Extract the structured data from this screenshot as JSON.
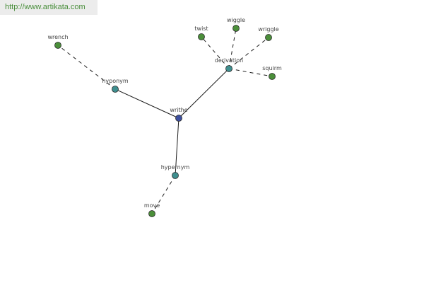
{
  "watermark": {
    "url": "http://www.artikata.com"
  },
  "colors": {
    "center": "#3d4f9e",
    "relation": "#3f8f8f",
    "leaf": "#4b8f3a",
    "edge": "#1a1a1a",
    "label": "#444444",
    "watermark": "#4a8f3c"
  },
  "graph": {
    "nodes": [
      {
        "id": "writhe",
        "label": "writhe",
        "kind": "center"
      },
      {
        "id": "hyponym",
        "label": "hyponym",
        "kind": "relation"
      },
      {
        "id": "derivation",
        "label": "derivation",
        "kind": "relation"
      },
      {
        "id": "hypernym",
        "label": "hypernym",
        "kind": "relation"
      },
      {
        "id": "wrench",
        "label": "wrench",
        "kind": "leaf"
      },
      {
        "id": "twist",
        "label": "twist",
        "kind": "leaf"
      },
      {
        "id": "wiggle",
        "label": "wiggle",
        "kind": "leaf"
      },
      {
        "id": "wriggle",
        "label": "wriggle",
        "kind": "leaf"
      },
      {
        "id": "squirm",
        "label": "squirm",
        "kind": "leaf"
      },
      {
        "id": "move",
        "label": "move",
        "kind": "leaf"
      }
    ],
    "edges": [
      {
        "from": "writhe",
        "to": "hyponym",
        "style": "solid"
      },
      {
        "from": "writhe",
        "to": "derivation",
        "style": "solid"
      },
      {
        "from": "writhe",
        "to": "hypernym",
        "style": "solid"
      },
      {
        "from": "hyponym",
        "to": "wrench",
        "style": "dashed"
      },
      {
        "from": "derivation",
        "to": "twist",
        "style": "dashed"
      },
      {
        "from": "derivation",
        "to": "wiggle",
        "style": "dashed"
      },
      {
        "from": "derivation",
        "to": "wriggle",
        "style": "dashed"
      },
      {
        "from": "derivation",
        "to": "squirm",
        "style": "dashed"
      },
      {
        "from": "hypernym",
        "to": "move",
        "style": "dashed"
      }
    ]
  }
}
